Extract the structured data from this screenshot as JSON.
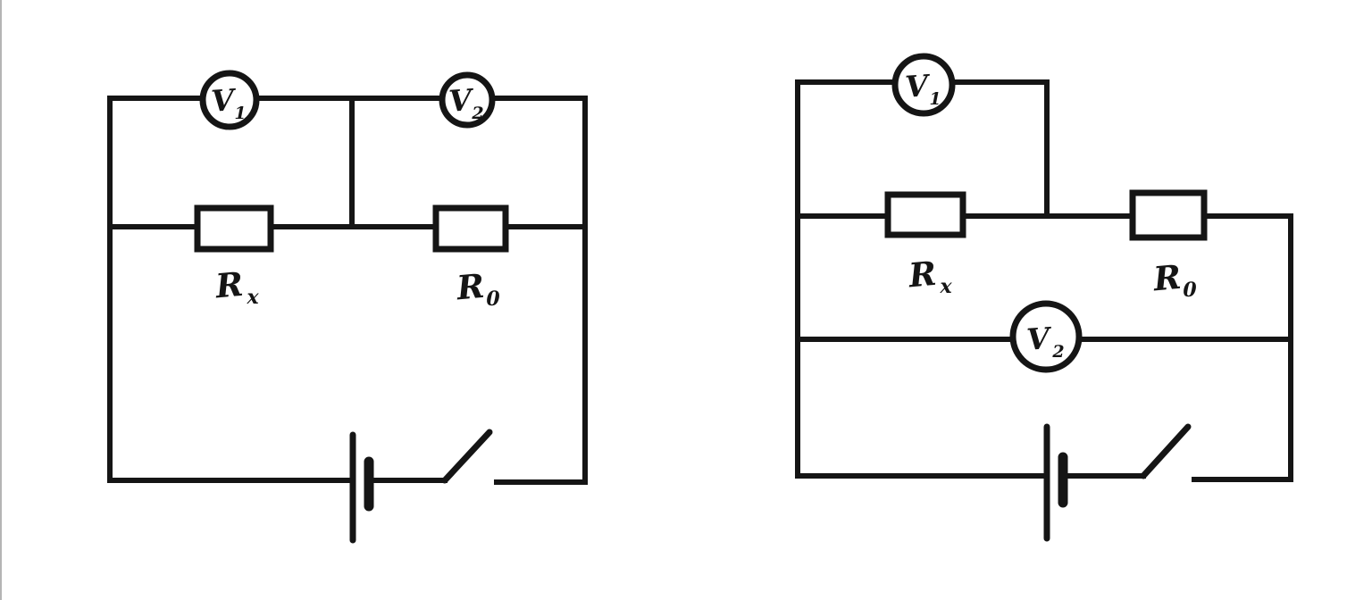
{
  "colors": {
    "ink": "#151515",
    "paper": "#ffffff",
    "left_edge_artifact": "#b5b5b5"
  },
  "left_circuit": {
    "meters": [
      {
        "label": "V",
        "sub": "1"
      },
      {
        "label": "V",
        "sub": "2"
      }
    ],
    "resistors": [
      {
        "label": "R",
        "sub": "x"
      },
      {
        "label": "R",
        "sub": "0"
      }
    ],
    "components": {
      "battery": "battery-cell-icon",
      "switch": "open-switch-icon"
    }
  },
  "right_circuit": {
    "meters": [
      {
        "label": "V",
        "sub": "1"
      },
      {
        "label": "V",
        "sub": "2"
      }
    ],
    "resistors": [
      {
        "label": "R",
        "sub": "x"
      },
      {
        "label": "R",
        "sub": "0"
      }
    ],
    "components": {
      "battery": "battery-cell-icon",
      "switch": "open-switch-icon"
    }
  }
}
